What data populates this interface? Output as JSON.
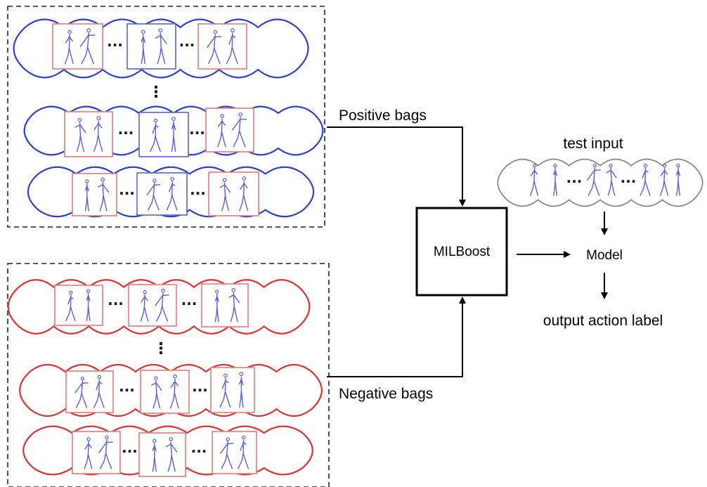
{
  "labels": {
    "positive_bags": "Positive bags",
    "negative_bags": "Negative bags",
    "milboost": "MILBoost",
    "model": "Model",
    "test_input": "test input",
    "output_action_label": "output action label"
  },
  "ellipsis": "···",
  "vertical_ellipsis": "⋮",
  "colors": {
    "positive_cloud": "#2f3fcf",
    "negative_cloud": "#d93434",
    "test_cloud": "#8a8a8a",
    "frame_red": "#e27b7b",
    "frame_blue": "#5566cc",
    "stick_figure": "#5a5fd6",
    "arrow": "#000000"
  }
}
